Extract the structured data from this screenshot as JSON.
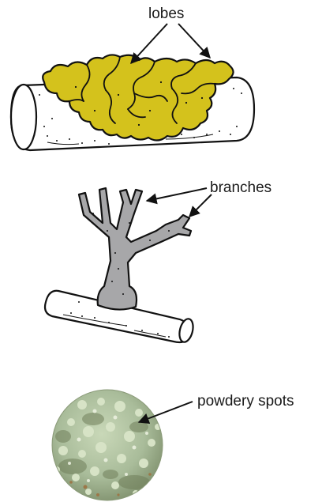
{
  "panels": [
    {
      "id": "foliose",
      "label": "lobes",
      "colors": {
        "thallus": "#d4c21c",
        "twig": "#ffffff",
        "outline": "#111111"
      }
    },
    {
      "id": "fruticose",
      "label": "branches",
      "colors": {
        "thallus": "#a7a7a9",
        "twig": "#ffffff",
        "outline": "#111111"
      }
    },
    {
      "id": "crustose",
      "label": "powdery spots",
      "colors": {
        "base": "#a9bc9a",
        "light": "#d7e3c6",
        "dark": "#6f7f5a",
        "rust": "#9c7748"
      }
    }
  ],
  "arrow_color": "#111111"
}
